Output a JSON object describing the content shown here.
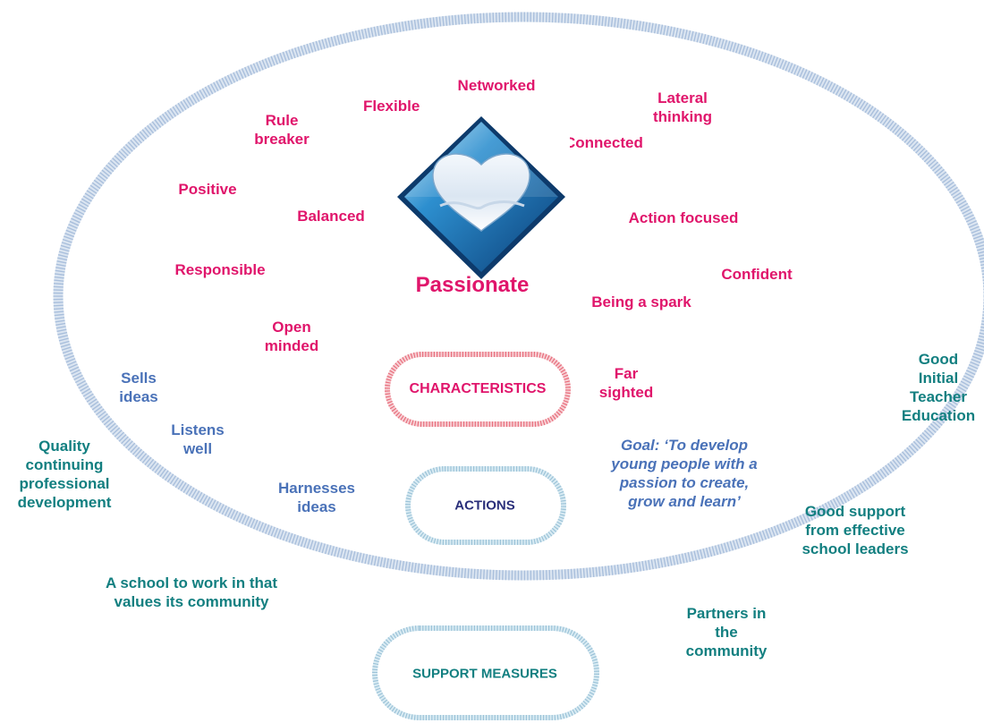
{
  "title": "Passionate",
  "goal": "Goal: ‘To develop\nyoung people with a\npassion to create,\ngrow and learn’",
  "pills": {
    "characteristics": "CHARACTERISTICS",
    "actions": "ACTIONS",
    "support": "SUPPORT MEASURES"
  },
  "characteristics": {
    "networked": "Networked",
    "flexible": "Flexible",
    "lateral": "Lateral\nthinking",
    "rule_breaker": "Rule\nbreaker",
    "connected": "Connected",
    "positive": "Positive",
    "balanced": "Balanced",
    "action_focused": "Action focused",
    "responsible": "Responsible",
    "confident": "Confident",
    "spark": "Being a spark",
    "open_minded": "Open\nminded",
    "far_sighted": "Far\nsighted"
  },
  "actions": {
    "sells": "Sells\nideas",
    "listens": "Listens\nwell",
    "harnesses": "Harnesses\nideas"
  },
  "support": {
    "ite": "Good\nInitial\nTeacher\nEducation",
    "cpd": "Quality\ncontinuing\nprofessional\ndevelopment",
    "leaders": "Good support\nfrom effective\nschool leaders",
    "school": "A school to work in that\nvalues its community",
    "partners": "Partners in\nthe\ncommunity"
  },
  "colors": {
    "characteristic": "#e0156b",
    "action": "#4a72b8",
    "support": "#127f80",
    "ellipse": "#a9bfdc",
    "characteristics_pill": "#e86f7d",
    "actions_pill": "#9cc3d8",
    "support_pill": "#9cc3d8"
  },
  "icon": "heart-diamond-icon"
}
